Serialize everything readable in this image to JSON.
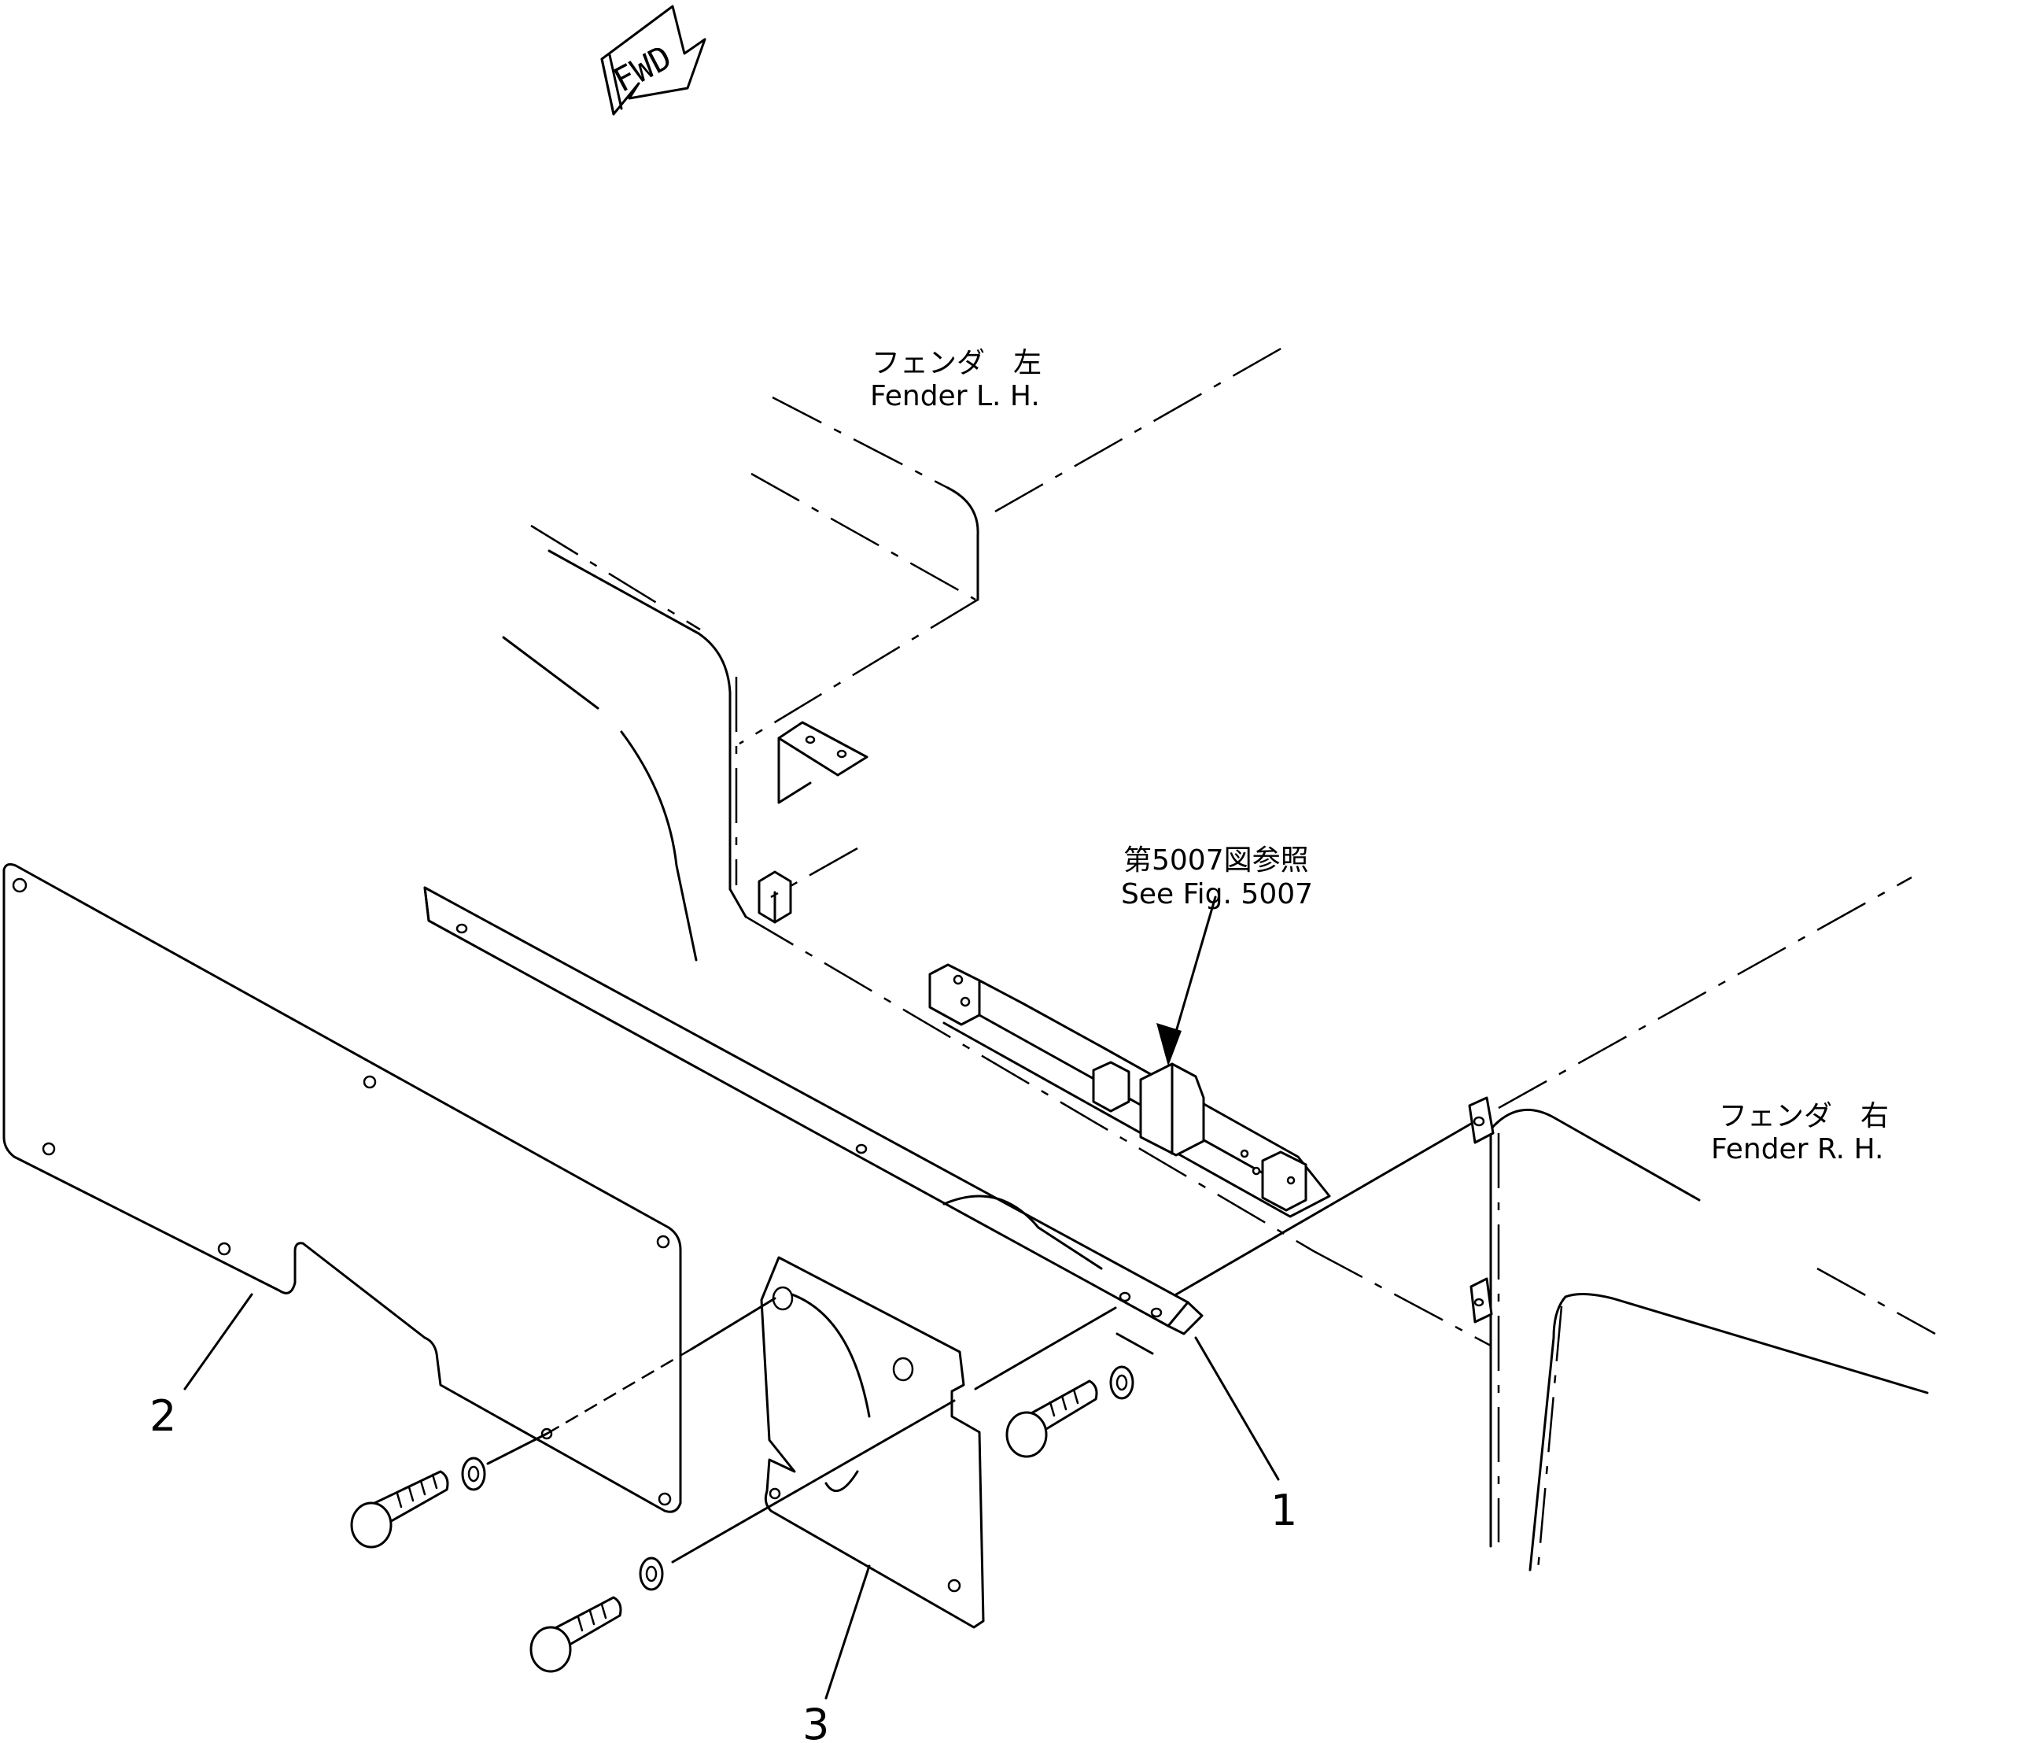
{
  "labels": {
    "fwd": "FWD",
    "fender_lh_jp": "フェンダ　左",
    "fender_lh_en": "Fender  L. H.",
    "fender_rh_jp": "フェンダ　右",
    "fender_rh_en": "Fender  R. H.",
    "see_fig_jp": "第5007図参照",
    "see_fig_en": "See  Fig.  5007"
  },
  "callouts": {
    "part1": "1",
    "part2": "2",
    "part3": "3"
  }
}
